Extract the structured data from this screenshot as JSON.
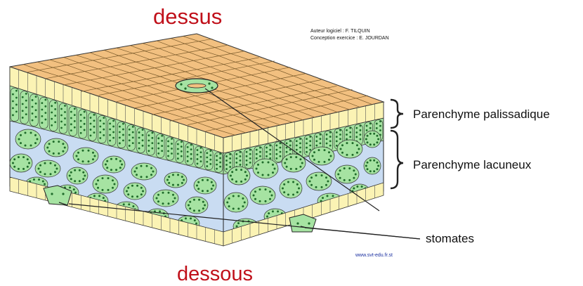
{
  "labels": {
    "top": "dessus",
    "bottom": "dessous",
    "palisade": "Parenchyme palissadique",
    "spongy": "Parenchyme lacuneux",
    "stomata": "stomates"
  },
  "credits": {
    "software": "Auteur logiciel : F. TILQUIN",
    "design": "Conception exercice : E. JOURDAN"
  },
  "website": "www.svt-edu.fr.st",
  "colors": {
    "epidermis_top": "#f2c080",
    "epidermis_side": "#fbf3b4",
    "mesophyll": "#a6e3a2",
    "chloroplast": "#1f6b2a",
    "air_space": "#c9dcf2",
    "label_red": "#c0101a"
  }
}
